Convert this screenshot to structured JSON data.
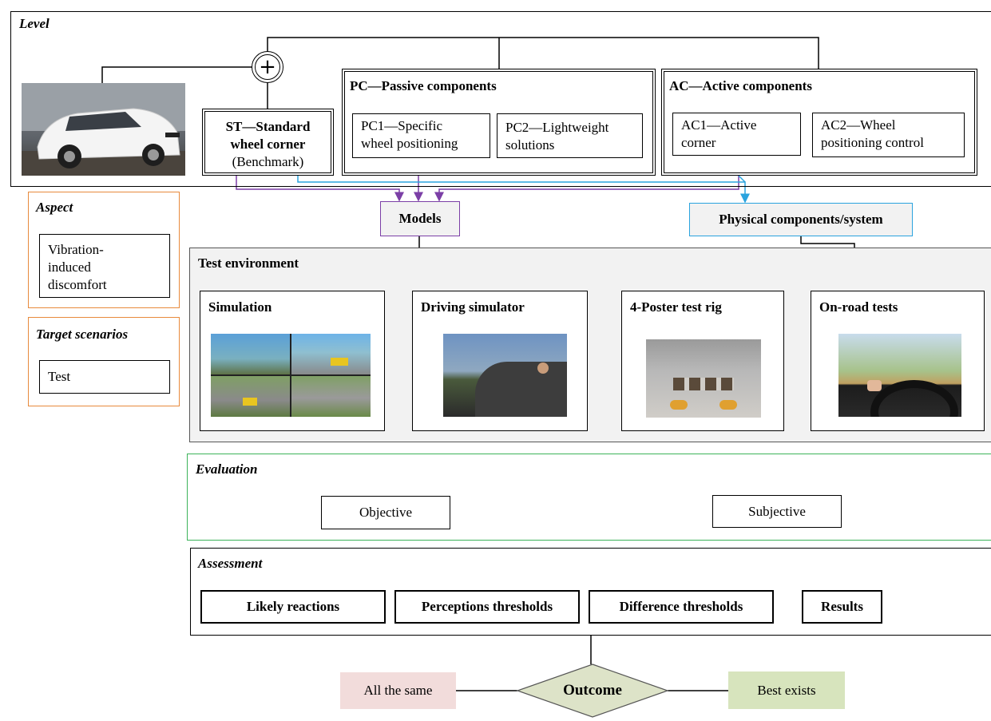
{
  "level": {
    "title": "Level",
    "st": {
      "line1": "ST—Standard",
      "line2": "wheel corner",
      "line3": "(Benchmark)"
    },
    "pc": {
      "title": "PC—Passive components",
      "pc1": {
        "line1": "PC1—Specific",
        "line2": "wheel positioning"
      },
      "pc2": {
        "line1": "PC2—Lightweight",
        "line2": "solutions"
      }
    },
    "ac": {
      "title": "AC—Active components",
      "ac1": {
        "line1": "AC1—Active",
        "line2": "corner"
      },
      "ac2": {
        "line1": "AC2—Wheel",
        "line2": "positioning control"
      }
    },
    "plus_symbol": "+"
  },
  "aspect": {
    "title": "Aspect",
    "line1": "Vibration-",
    "line2": "induced",
    "line3": "discomfort"
  },
  "target": {
    "title": "Target scenarios",
    "value": "Test"
  },
  "models": "Models",
  "physical": "Physical components/system",
  "test_env": {
    "title": "Test environment",
    "simulation": "Simulation",
    "driving_sim": "Driving simulator",
    "poster": "4-Poster test rig",
    "onroad": "On-road tests"
  },
  "evaluation": {
    "title": "Evaluation",
    "objective": "Objective",
    "subjective": "Subjective"
  },
  "assessment": {
    "title": "Assessment",
    "likely": "Likely reactions",
    "perception": "Perceptions thresholds",
    "difference": "Difference thresholds",
    "results": "Results"
  },
  "outcome": {
    "center": "Outcome",
    "left": "All the same",
    "right": "Best exists"
  },
  "colors": {
    "orange": "#e88a3c",
    "purple": "#7b3fa6",
    "blue": "#2aa3de",
    "green": "#3cb35a",
    "pink": "#f2dcdb",
    "lightgreen": "#d7e4bd",
    "diamond": "#dde3c8",
    "gray": "#f2f2f2"
  }
}
